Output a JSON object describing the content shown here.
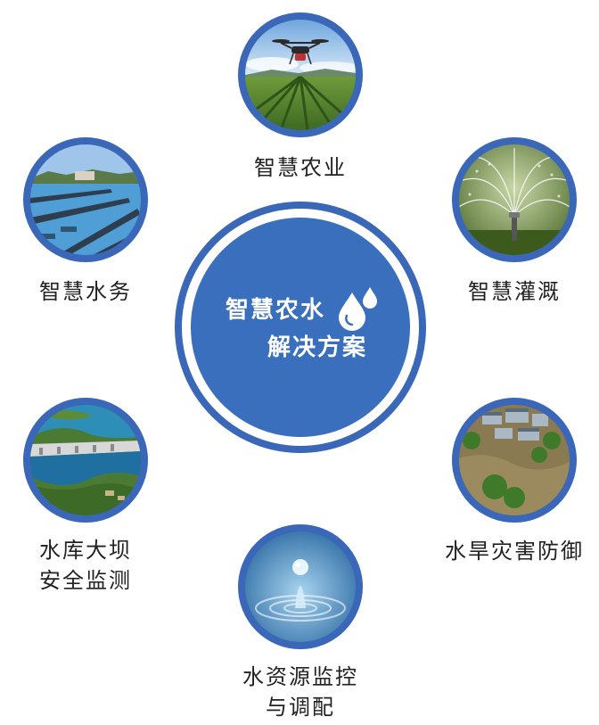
{
  "center": {
    "line1": "智慧农水",
    "line2": "解决方案"
  },
  "nodes": [
    {
      "id": "agriculture",
      "label_lines": [
        "智慧农业"
      ],
      "icon": "drone-over-crop-field"
    },
    {
      "id": "water-affairs",
      "label_lines": [
        "智慧水务"
      ],
      "icon": "water-treatment-basins"
    },
    {
      "id": "irrigation",
      "label_lines": [
        "智慧灌溉"
      ],
      "icon": "sprinkler-spray"
    },
    {
      "id": "reservoir",
      "label_lines": [
        "水库大坝",
        "安全监测"
      ],
      "icon": "reservoir-dam"
    },
    {
      "id": "disaster",
      "label_lines": [
        "水旱灾害防御"
      ],
      "icon": "flooded-village"
    },
    {
      "id": "resources",
      "label_lines": [
        "水资源监控",
        "与调配"
      ],
      "icon": "water-droplet-ripple"
    }
  ],
  "colors": {
    "ring": "#3a67b7",
    "hub_fill": "#3a6fbd",
    "label_text": "#222222"
  }
}
